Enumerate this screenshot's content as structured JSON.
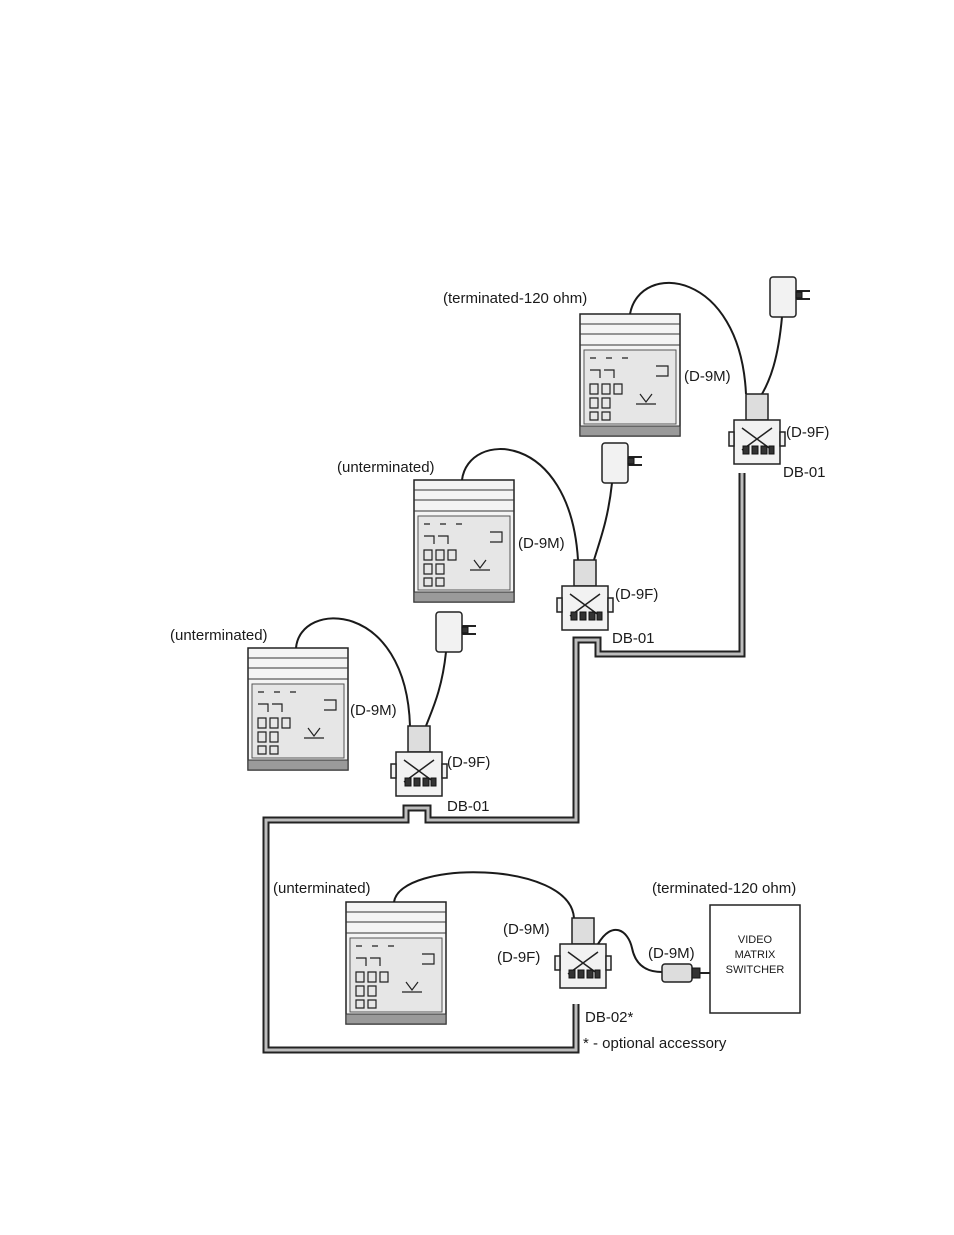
{
  "labels": {
    "terminated_top": "(terminated-120 ohm)",
    "terminated_switcher": "(terminated-120 ohm)",
    "unterminated": "(unterminated)",
    "d9m": "(D-9M)",
    "d9f": "(D-9F)",
    "db01": "DB-01",
    "db02": "DB-02*",
    "optional_note": "* - optional accessory",
    "switcher_line1": "VIDEO",
    "switcher_line2": "MATRIX",
    "switcher_line3": "SWITCHER"
  },
  "nodes": [
    {
      "id": "keyboard-1",
      "termination": "(terminated-120 ohm)",
      "connector_male": "(D-9M)",
      "connector_female": "(D-9F)",
      "distribution_box": "DB-01",
      "power_adapter": true
    },
    {
      "id": "keyboard-2",
      "termination": "(unterminated)",
      "connector_male": "(D-9M)",
      "connector_female": "(D-9F)",
      "distribution_box": "DB-01",
      "power_adapter": true
    },
    {
      "id": "keyboard-3",
      "termination": "(unterminated)",
      "connector_male": "(D-9M)",
      "connector_female": "(D-9F)",
      "distribution_box": "DB-01",
      "power_adapter": true
    },
    {
      "id": "keyboard-4",
      "termination": "(unterminated)",
      "connector_male": "(D-9M)",
      "connector_female": "(D-9F)",
      "distribution_box": "DB-02*",
      "power_adapter": false
    }
  ],
  "colors": {
    "line": "#1a1a1a",
    "bus_fill": "#bdbdbd",
    "device_face": "#f4f4f4"
  }
}
